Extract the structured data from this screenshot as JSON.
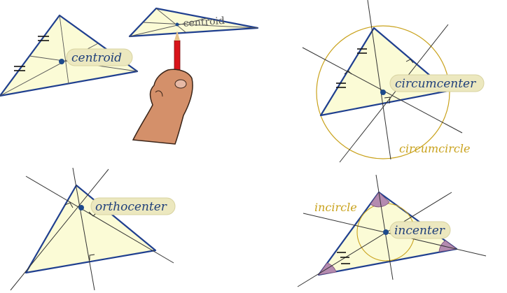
{
  "labels": {
    "centroid": "centroid",
    "centroid_card": "centroid",
    "circumcenter": "circumcenter",
    "circumcircle": "circumcircle",
    "orthocenter": "orthocenter",
    "incircle": "incircle",
    "incenter": "incenter"
  },
  "colors": {
    "triangle_fill": "#fbfbd6",
    "edge": "#1f3f8f",
    "point": "#1d4a8c",
    "circle": "#c9a21c",
    "angle": "#b48bb0"
  }
}
